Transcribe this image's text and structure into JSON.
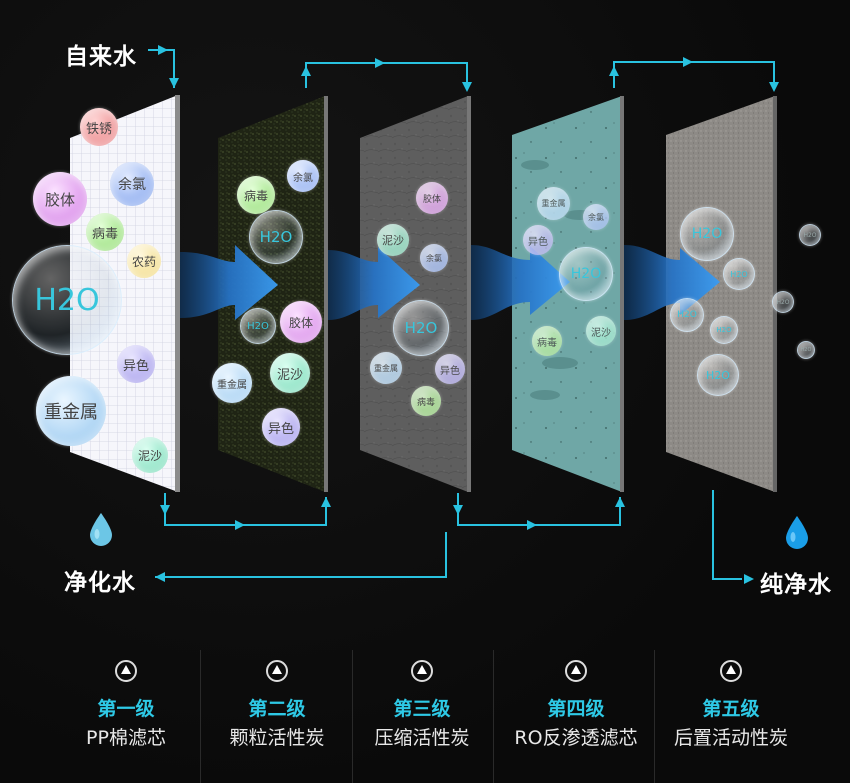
{
  "labels": {
    "tap_water": "自来水",
    "purified_water": "净化水",
    "pure_water": "纯净水"
  },
  "colors": {
    "accent_cyan": "#2ec9e6",
    "flow_line": "#29c2e0",
    "arrow_blue": "#2f8fe8",
    "background": "#0a0a0a"
  },
  "panels": [
    {
      "id": "pp",
      "texture": "white-grid",
      "bubbles": [
        {
          "label": "铁锈",
          "color": "#f08a8a"
        },
        {
          "label": "胶体",
          "color": "#d98ae8"
        },
        {
          "label": "余氯",
          "color": "#8ab0f0"
        },
        {
          "label": "病毒",
          "color": "#9be07a"
        },
        {
          "label": "农药",
          "color": "#f3dc7a"
        },
        {
          "label": "H2O",
          "color": "h2o"
        },
        {
          "label": "异色",
          "color": "#a59af0"
        },
        {
          "label": "重金属",
          "color": "#9fd0f5"
        },
        {
          "label": "泥沙",
          "color": "#7fe0bf"
        }
      ]
    },
    {
      "id": "granular-carbon",
      "texture": "dark-green-moss",
      "bubbles": [
        {
          "label": "病毒",
          "color": "#9be07a"
        },
        {
          "label": "余氯",
          "color": "#8ab0f0"
        },
        {
          "label": "H2O",
          "color": "h2o"
        },
        {
          "label": "H2O",
          "color": "h2o"
        },
        {
          "label": "胶体",
          "color": "#d98ae8"
        },
        {
          "label": "重金属",
          "color": "#9fd0f5"
        },
        {
          "label": "泥沙",
          "color": "#7fe0bf"
        },
        {
          "label": "异色",
          "color": "#a59af0"
        }
      ]
    },
    {
      "id": "compressed-carbon",
      "texture": "gray-stone",
      "bubbles": [
        {
          "label": "胶体",
          "color": "#d98ae8"
        },
        {
          "label": "泥沙",
          "color": "#7fe0bf"
        },
        {
          "label": "余氯",
          "color": "#8ab0f0"
        },
        {
          "label": "H2O",
          "color": "h2o"
        },
        {
          "label": "重金属",
          "color": "#9fd0f5"
        },
        {
          "label": "异色",
          "color": "#a59af0"
        },
        {
          "label": "病毒",
          "color": "#9be07a"
        }
      ]
    },
    {
      "id": "ro",
      "texture": "teal-membrane",
      "bubbles": [
        {
          "label": "重金属",
          "color": "#9fd0f5"
        },
        {
          "label": "余氯",
          "color": "#8ab0f0"
        },
        {
          "label": "异色",
          "color": "#a59af0"
        },
        {
          "label": "H2O",
          "color": "h2o"
        },
        {
          "label": "病毒",
          "color": "#9be07a"
        },
        {
          "label": "泥沙",
          "color": "#7fe0bf"
        }
      ]
    },
    {
      "id": "post-carbon",
      "texture": "gray-granite",
      "bubbles": [
        {
          "label": "H2O"
        },
        {
          "label": "H2O"
        },
        {
          "label": "H2O"
        },
        {
          "label": "H2O"
        },
        {
          "label": "H2O"
        }
      ]
    }
  ],
  "output_bubbles": [
    "H2O",
    "H2O",
    "H2O",
    "H2O"
  ],
  "stages": [
    {
      "level": "第一级",
      "name": "PP棉滤芯",
      "icon": "up-arrow-circle-icon"
    },
    {
      "level": "第二级",
      "name": "颗粒活性炭",
      "icon": "up-arrow-circle-icon"
    },
    {
      "level": "第三级",
      "name": "压缩活性炭",
      "icon": "up-arrow-circle-icon"
    },
    {
      "level": "第四级",
      "name": "RO反渗透滤芯",
      "icon": "up-arrow-circle-icon"
    },
    {
      "level": "第五级",
      "name": "后置活动性炭",
      "icon": "up-arrow-circle-icon"
    }
  ]
}
